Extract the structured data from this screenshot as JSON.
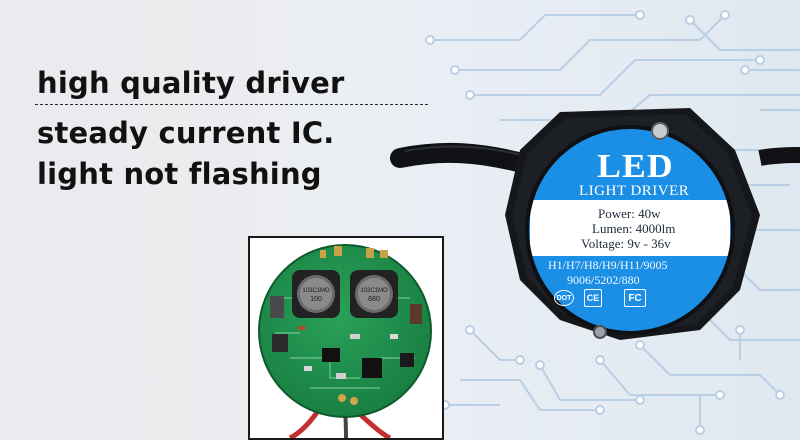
{
  "headline": {
    "line1": "high quality driver",
    "line2": "steady current IC.",
    "line3": "light not flashing"
  },
  "driver": {
    "logo": "LED",
    "subtitle": "LIGHT DRIVER",
    "specs": {
      "power": "Power: 40w",
      "lumen": "Lumen: 4000lm",
      "voltage": "Voltage: 9v - 36v"
    },
    "compatibility": {
      "line1": "H1/H7/H8/H9/H11/9005",
      "line2": "9006/5202/880"
    },
    "certifications": {
      "dot": "DOT",
      "ce": "CE",
      "fc": "FC"
    }
  },
  "pcb": {
    "inductor_left": {
      "line1": "103C1MO",
      "line2": "100"
    },
    "inductor_right": {
      "line1": "103C1MO",
      "line2": "680"
    }
  },
  "colors": {
    "driver_blue": "#1b8fe6",
    "driver_body": "#121417",
    "pcb_green": "#1d8a4a",
    "circuit_lines": "#b9cfe6"
  }
}
